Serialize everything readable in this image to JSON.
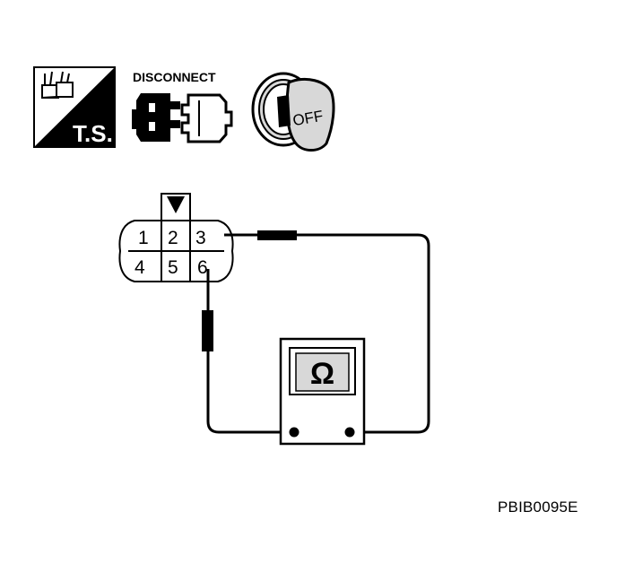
{
  "icons": {
    "ts": {
      "label": "T.S.",
      "icon": "ts-harness-icon"
    },
    "disconnect": {
      "label": "DISCONNECT",
      "icon": "connector-disconnect-icon"
    },
    "ignition": {
      "label": "OFF",
      "icon": "ignition-key-off-icon"
    }
  },
  "connector": {
    "pins_top": [
      "1",
      "2",
      "3"
    ],
    "pins_bottom": [
      "4",
      "5",
      "6"
    ]
  },
  "meter": {
    "symbol": "Ω",
    "icon": "ohmmeter-icon"
  },
  "reference_code": "PBIB0095E",
  "colors": {
    "ink": "#000000",
    "shade": "#d8d8d8",
    "background": "#ffffff"
  }
}
